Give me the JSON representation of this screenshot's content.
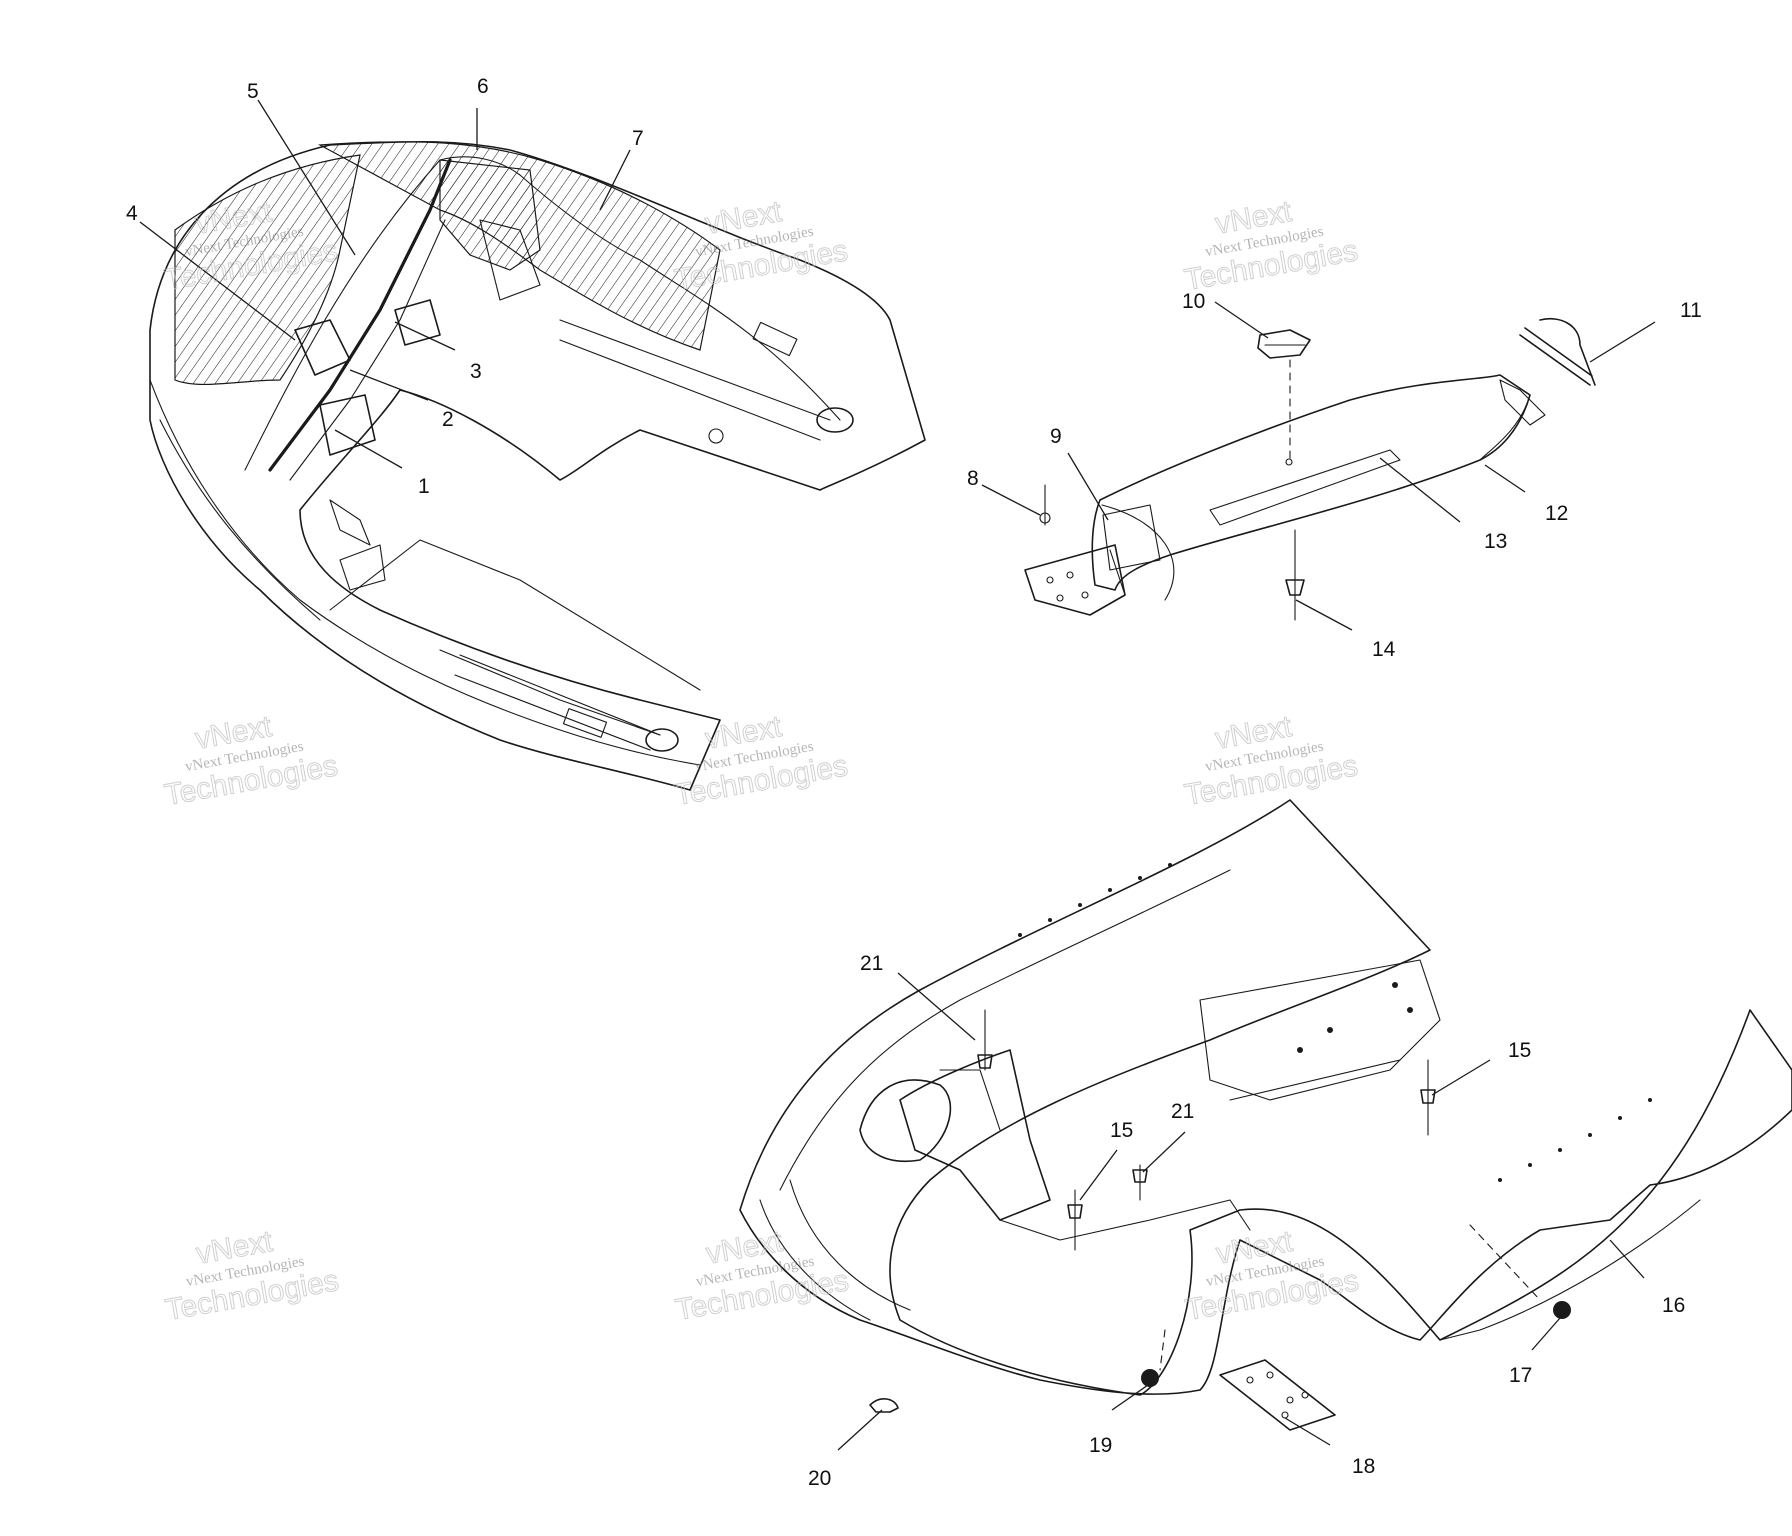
{
  "callouts": {
    "c1": "1",
    "c2": "2",
    "c3": "3",
    "c4": "4",
    "c5": "5",
    "c6": "6",
    "c7": "7",
    "c8": "8",
    "c9": "9",
    "c10": "10",
    "c11": "11",
    "c12": "12",
    "c13": "13",
    "c14": "14",
    "c15a": "15",
    "c15b": "15",
    "c16": "16",
    "c17": "17",
    "c18": "18",
    "c19": "19",
    "c20": "20",
    "c21a": "21",
    "c21b": "21"
  },
  "watermark": {
    "brand": "vNext",
    "company": "vNext Technologies",
    "word": "Technologies"
  },
  "colors": {
    "line": "#1a1a1a",
    "watermark": "#9a9a9a",
    "background": "#ffffff"
  }
}
